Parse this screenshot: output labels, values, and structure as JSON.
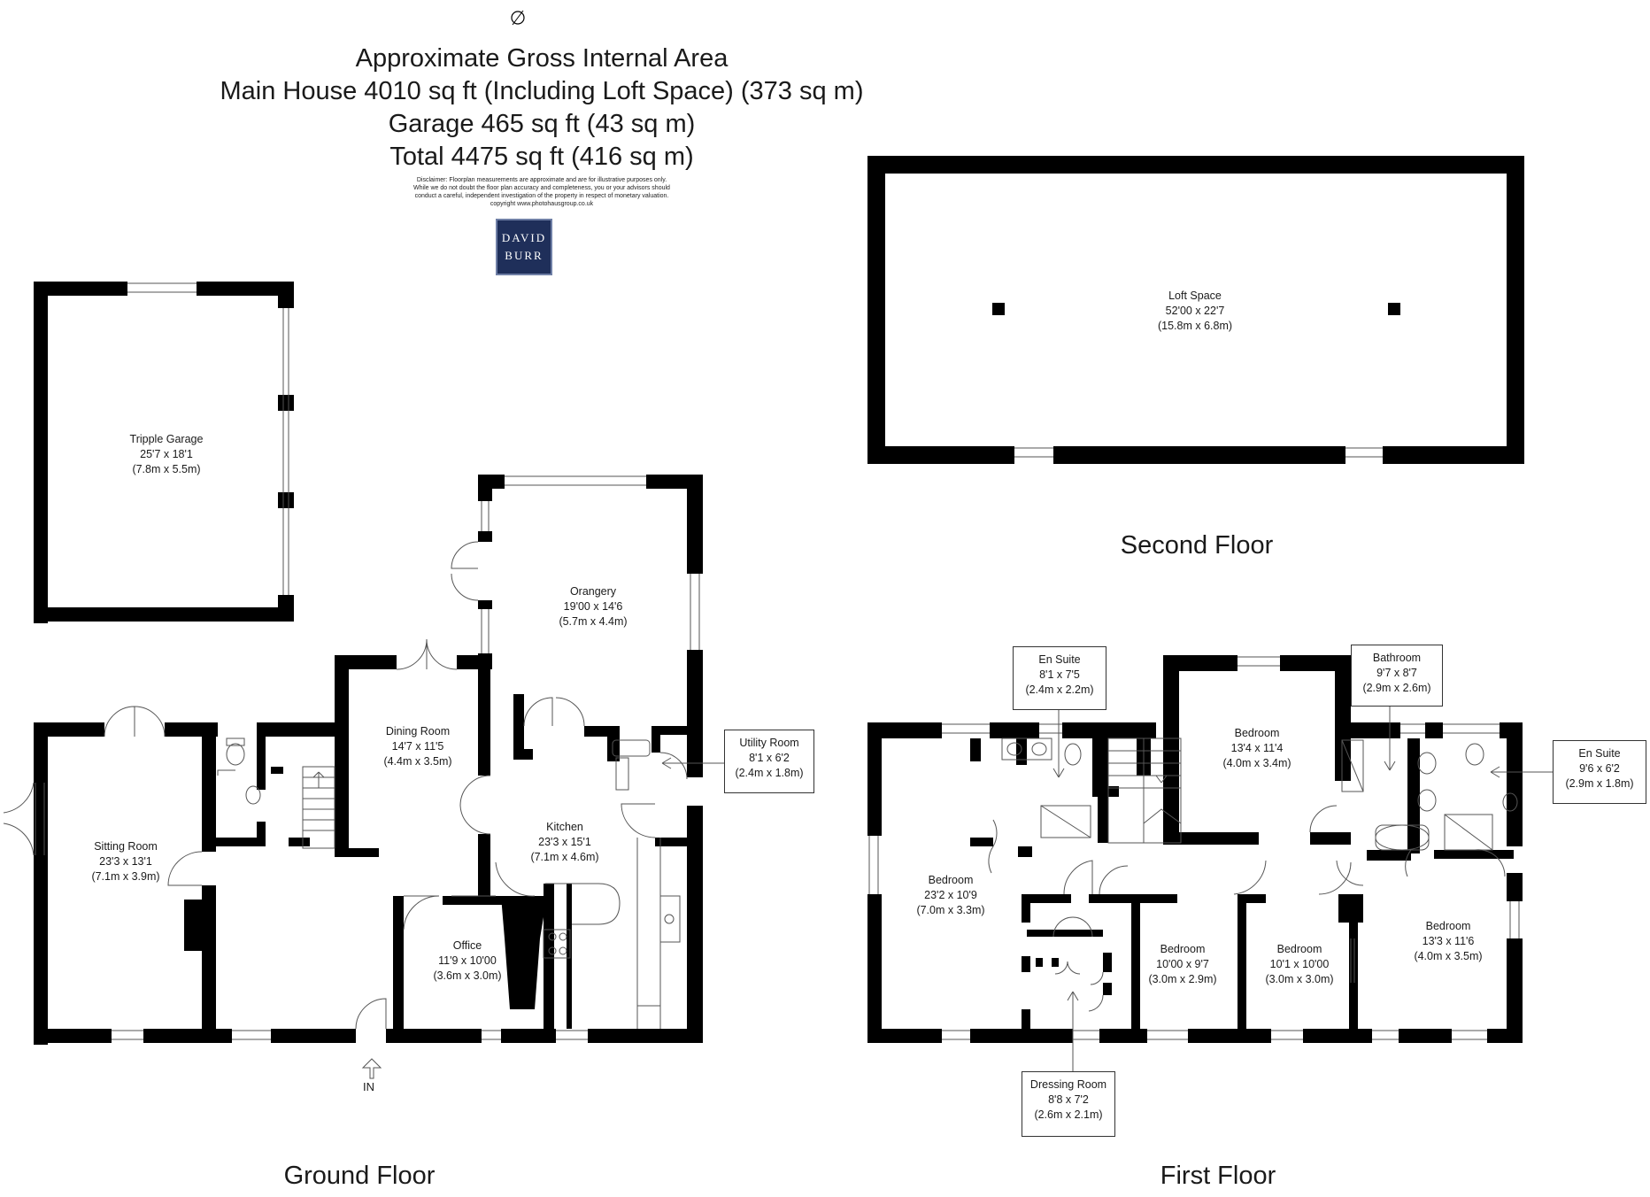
{
  "header": {
    "line1": "Approximate Gross Internal Area",
    "line2": "Main House 4010 sq ft (Including Loft Space) (373 sq m)",
    "line3": "Garage 465 sq ft (43 sq m)",
    "line4": "Total 4475 sq ft (416 sq m)",
    "disclaimer1": "Disclaimer: Floorplan measurements are approximate and are for illustrative purposes only.",
    "disclaimer2": "While we do not doubt the floor plan accuracy and completeness, you or your advisors should",
    "disclaimer3": "conduct a careful, independent investigation of the property in respect of monetary valuation.",
    "disclaimer4": "copyright www.photohausgroup.co.uk"
  },
  "logo": {
    "line1": "DAVID",
    "line2": "BURR"
  },
  "floors": {
    "ground": "Ground Floor",
    "first": "First Floor",
    "second": "Second Floor"
  },
  "entrance_label": "IN",
  "rooms": {
    "garage": {
      "name": "Tripple Garage",
      "imperial": "25'7 x 18'1",
      "metric": "(7.8m x 5.5m)"
    },
    "orangery": {
      "name": "Orangery",
      "imperial": "19'00 x 14'6",
      "metric": "(5.7m x 4.4m)"
    },
    "dining": {
      "name": "Dining Room",
      "imperial": "14'7 x 11'5",
      "metric": "(4.4m x 3.5m)"
    },
    "sitting": {
      "name": "Sitting Room",
      "imperial": "23'3 x 13'1",
      "metric": "(7.1m x 3.9m)"
    },
    "kitchen": {
      "name": "Kitchen",
      "imperial": "23'3 x 15'1",
      "metric": "(7.1m x 4.6m)"
    },
    "office": {
      "name": "Office",
      "imperial": "11'9 x 10'00",
      "metric": "(3.6m x 3.0m)"
    },
    "utility": {
      "name": "Utility Room",
      "imperial": "8'1 x 6'2",
      "metric": "(2.4m x 1.8m)"
    },
    "loft": {
      "name": "Loft Space",
      "imperial": "52'00 x 22'7",
      "metric": "(15.8m x 6.8m)"
    },
    "ensuite1": {
      "name": "En Suite",
      "imperial": "8'1 x 7'5",
      "metric": "(2.4m x 2.2m)"
    },
    "bathroom": {
      "name": "Bathroom",
      "imperial": "9'7 x 8'7",
      "metric": "(2.9m x 2.6m)"
    },
    "ensuite2": {
      "name": "En Suite",
      "imperial": "9'6 x 6'2",
      "metric": "(2.9m x 1.8m)"
    },
    "bed_top": {
      "name": "Bedroom",
      "imperial": "13'4 x 11'4",
      "metric": "(4.0m x 3.4m)"
    },
    "bed_left": {
      "name": "Bedroom",
      "imperial": "23'2 x 10'9",
      "metric": "(7.0m x 3.3m)"
    },
    "bed_mid1": {
      "name": "Bedroom",
      "imperial": "10'00 x 9'7",
      "metric": "(3.0m x 2.9m)"
    },
    "bed_mid2": {
      "name": "Bedroom",
      "imperial": "10'1 x 10'00",
      "metric": "(3.0m x 3.0m)"
    },
    "bed_right": {
      "name": "Bedroom",
      "imperial": "13'3 x 11'6",
      "metric": "(4.0m x 3.5m)"
    },
    "dressing": {
      "name": "Dressing Room",
      "imperial": "8'8 x 7'2",
      "metric": "(2.6m x 2.1m)"
    }
  }
}
